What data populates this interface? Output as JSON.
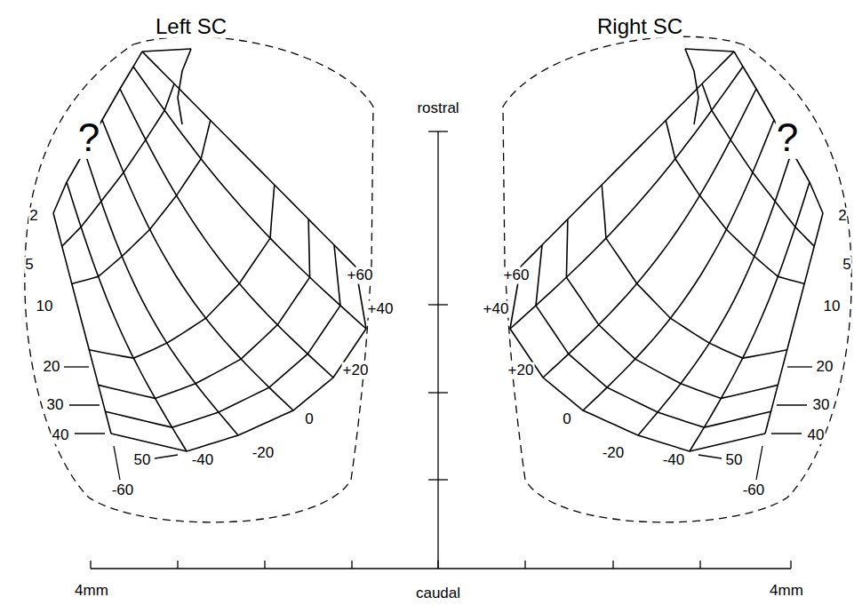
{
  "diagram": {
    "labels": [
      "Left SC",
      "Right SC",
      "?",
      "?",
      "rostral",
      "caudal",
      "4mm",
      "4mm",
      "2",
      "5",
      "10",
      "20",
      "30",
      "40",
      "50",
      "-60",
      "-40",
      "-20",
      "0",
      "+20",
      "+40",
      "+60",
      "+60",
      "+40",
      "+20",
      "0",
      "-20",
      "-40",
      "2",
      "5",
      "10",
      "20",
      "30",
      "40",
      "50",
      "-60"
    ]
  }
}
